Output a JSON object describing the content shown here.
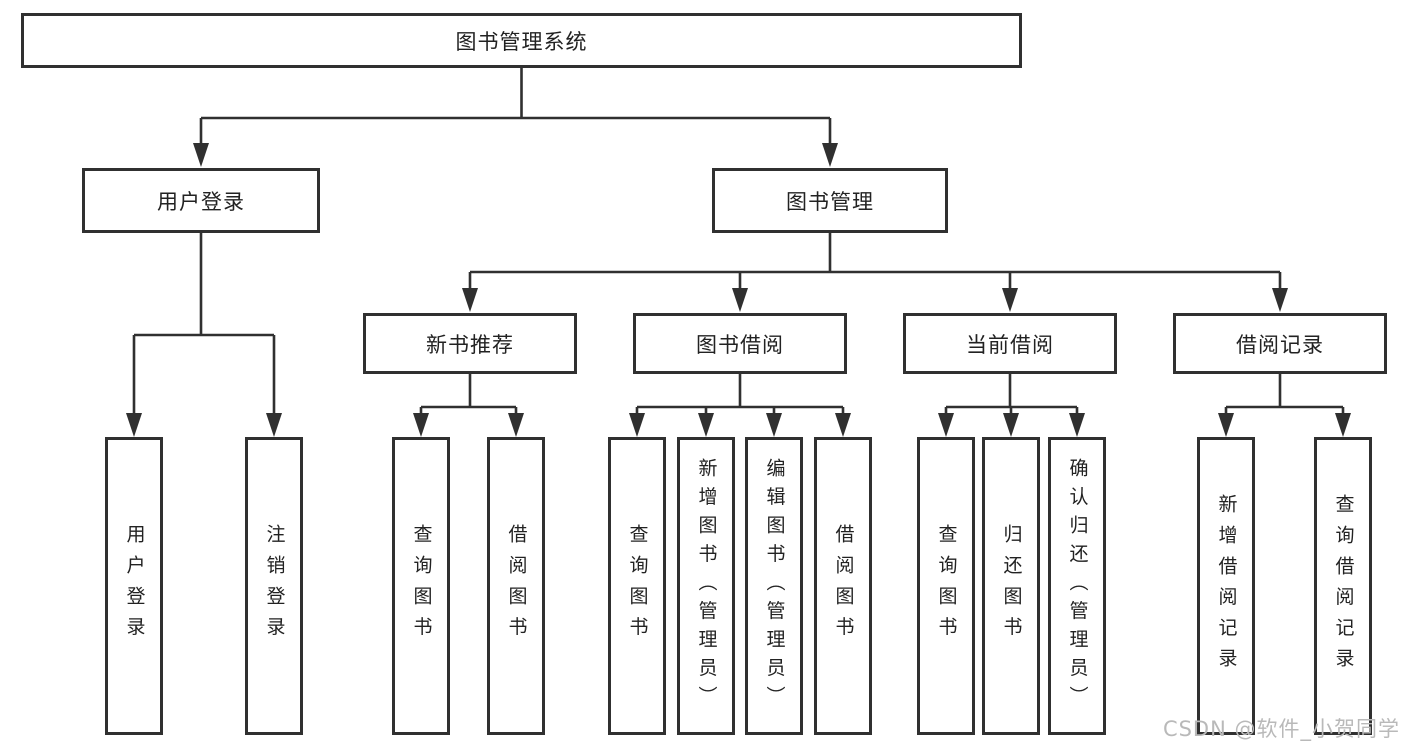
{
  "title": "图书管理系统",
  "watermark": "CSDN @软件_小贺同学",
  "colors": {
    "line": "#303030",
    "text": "#222222",
    "watermark": "#b9b9b9",
    "background": "#ffffff"
  },
  "tree": {
    "root": {
      "label": "图书管理系统"
    },
    "branches": [
      {
        "label": "用户登录",
        "children": [
          {
            "label": "用户登录"
          },
          {
            "label": "注销登录"
          }
        ]
      },
      {
        "label": "图书管理",
        "children": [
          {
            "label": "新书推荐",
            "children": [
              {
                "label": "查询图书"
              },
              {
                "label": "借阅图书"
              }
            ]
          },
          {
            "label": "图书借阅",
            "children": [
              {
                "label": "查询图书"
              },
              {
                "label": "新增图书（管理员）"
              },
              {
                "label": "编辑图书（管理员）"
              },
              {
                "label": "借阅图书"
              }
            ]
          },
          {
            "label": "当前借阅",
            "children": [
              {
                "label": "查询图书"
              },
              {
                "label": "归还图书"
              },
              {
                "label": "确认归还（管理员）"
              }
            ]
          },
          {
            "label": "借阅记录",
            "children": [
              {
                "label": "新增借阅记录"
              },
              {
                "label": "查询借阅记录"
              }
            ]
          }
        ]
      }
    ]
  }
}
